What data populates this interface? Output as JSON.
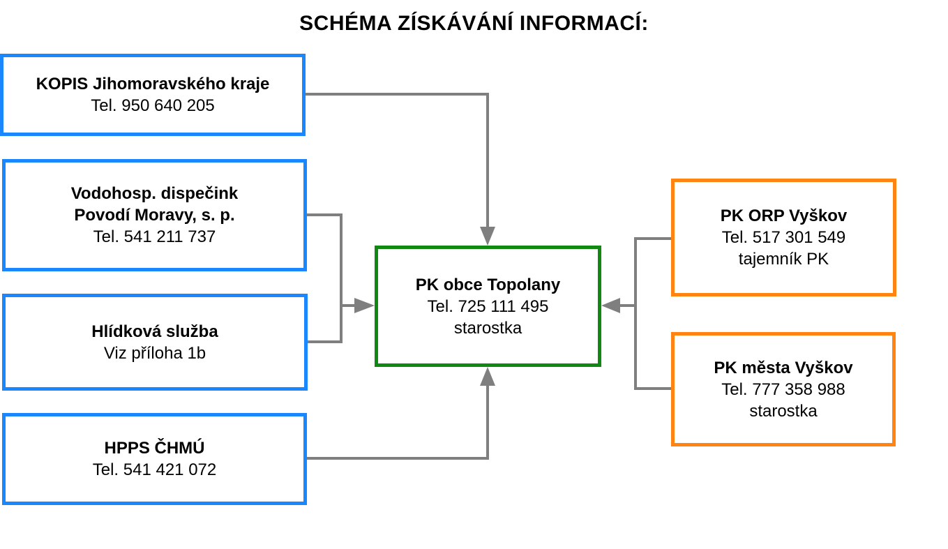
{
  "title": "SCHÉMA ZÍSKÁVÁNÍ INFORMACÍ:",
  "colors": {
    "sources_border": "#1a87ff",
    "center_border": "#118811",
    "municipal_border": "#ff8411",
    "arrow": "#7f7f7f"
  },
  "nodes": {
    "kopis": {
      "name": "KOPIS Jihomoravského kraje",
      "phone": "Tel. 950 640 205"
    },
    "vodohosp": {
      "name_line1": "Vodohosp. dispečink",
      "name_line2": "Povodí Moravy, s. p.",
      "phone": "Tel. 541 211 737"
    },
    "hlidkova": {
      "name": "Hlídková služba",
      "detail": "Viz příloha 1b"
    },
    "hpps": {
      "name": "HPPS ČHMÚ",
      "phone": "Tel. 541 421 072"
    },
    "center": {
      "name": "PK obce Topolany",
      "phone": "Tel. 725 111 495",
      "role": "starostka"
    },
    "orp": {
      "name": "PK ORP Vyškov",
      "phone": "Tel. 517 301 549",
      "role": "tajemník PK"
    },
    "mesto": {
      "name": "PK města Vyškov",
      "phone": "Tel. 777 358 988",
      "role": "starostka"
    }
  }
}
